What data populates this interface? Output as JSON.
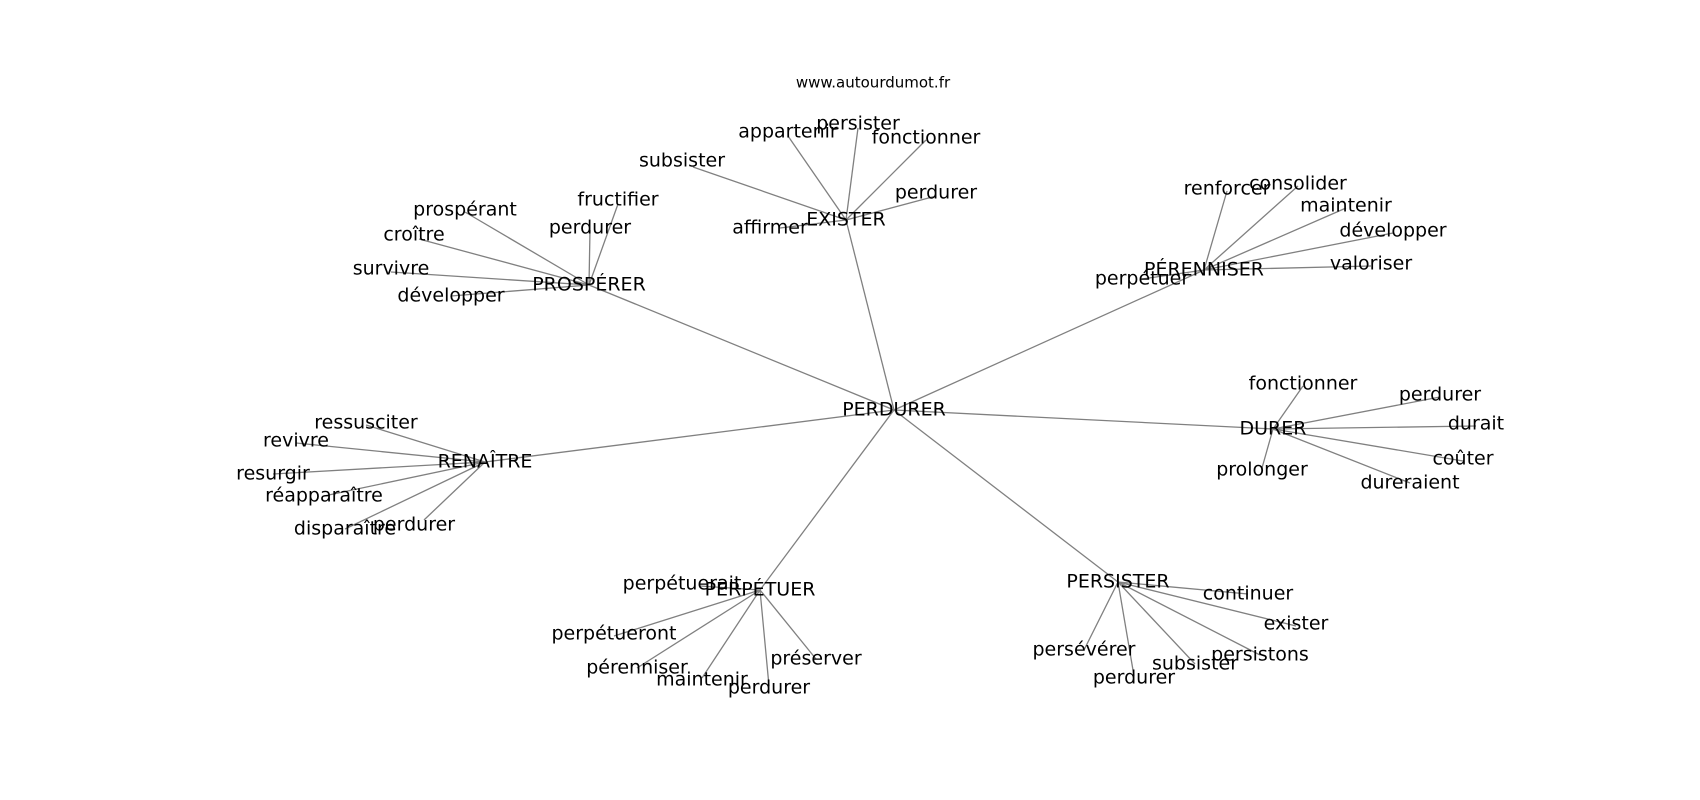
{
  "watermark": "www.autourdumot.fr",
  "colors": {
    "edge": "#808080",
    "text": "#000000",
    "background": "#ffffff"
  },
  "graph": {
    "center": "PERDURER",
    "hubs": [
      {
        "id": "existier",
        "label": "EXISTER",
        "leaves": [
          "subsister",
          "appartenir",
          "persister",
          "fonctionner",
          "perdurer",
          "affirmer"
        ]
      },
      {
        "id": "prosperer",
        "label": "PROSPÉRER",
        "leaves": [
          "prospérant",
          "fructifier",
          "croître",
          "perdurer",
          "survivre",
          "développer"
        ]
      },
      {
        "id": "perenniser",
        "label": "PÉRENNISER",
        "leaves": [
          "renforcer",
          "consolider",
          "maintenir",
          "développer",
          "valoriser",
          "perpétuer"
        ]
      },
      {
        "id": "renaitre",
        "label": "RENAÎTRE",
        "leaves": [
          "ressusciter",
          "revivre",
          "resurgir",
          "réapparaître",
          "disparaître",
          "perdurer"
        ]
      },
      {
        "id": "durer",
        "label": "DURER",
        "leaves": [
          "fonctionner",
          "perdurer",
          "durait",
          "coûter",
          "prolonger",
          "dureraient"
        ]
      },
      {
        "id": "perpetuer",
        "label": "PERPÉTUER",
        "leaves": [
          "perpétuerait",
          "perpétueront",
          "pérenniser",
          "maintenir",
          "perdurer",
          "préserver"
        ]
      },
      {
        "id": "persister",
        "label": "PERSISTER",
        "leaves": [
          "continuer",
          "exister",
          "persévérer",
          "perdurer",
          "subsister",
          "persistons"
        ]
      }
    ]
  }
}
